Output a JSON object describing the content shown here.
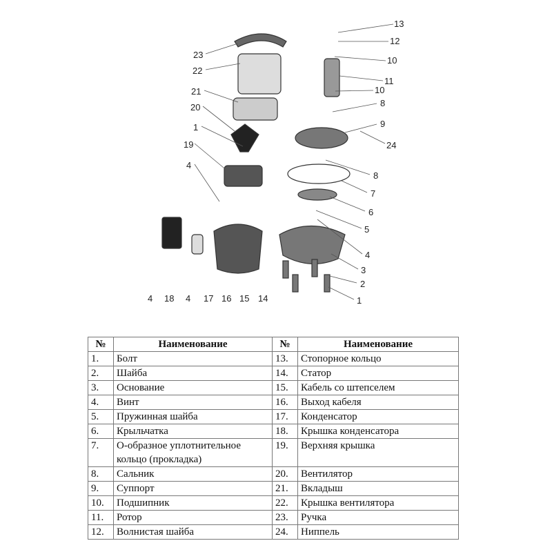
{
  "diagram": {
    "callouts": [
      "23",
      "22",
      "21",
      "20",
      "1",
      "19",
      "4",
      "13",
      "12",
      "10",
      "11",
      "10",
      "8",
      "9",
      "24",
      "8",
      "7",
      "6",
      "5",
      "4",
      "3",
      "2",
      "1",
      "4",
      "18",
      "4",
      "17",
      "16",
      "15",
      "14"
    ]
  },
  "table": {
    "headers": {
      "num": "№",
      "name": "Наименование"
    },
    "rows": [
      [
        {
          "n": "1.",
          "t": "Болт"
        },
        {
          "n": "13.",
          "t": "Стопорное кольцо"
        }
      ],
      [
        {
          "n": "2.",
          "t": "Шайба"
        },
        {
          "n": "14.",
          "t": "Статор"
        }
      ],
      [
        {
          "n": "3.",
          "t": "Основание"
        },
        {
          "n": "15.",
          "t": "Кабель со штепселем"
        }
      ],
      [
        {
          "n": "4.",
          "t": "Винт"
        },
        {
          "n": "16.",
          "t": "Выход кабеля"
        }
      ],
      [
        {
          "n": "5.",
          "t": "Пружинная шайба"
        },
        {
          "n": "17.",
          "t": "Конденсатор"
        }
      ],
      [
        {
          "n": "6.",
          "t": "Крыльчатка"
        },
        {
          "n": "18.",
          "t": "Крышка конденсатора"
        }
      ],
      [
        {
          "n": "7.",
          "t": "О-образное уплотнительное кольцо (прокладка)"
        },
        {
          "n": "19.",
          "t": "Верхняя крышка"
        }
      ],
      [
        {
          "n": "8.",
          "t": "Сальник"
        },
        {
          "n": "20.",
          "t": "Вентилятор"
        }
      ],
      [
        {
          "n": "9.",
          "t": "Суппорт"
        },
        {
          "n": "21.",
          "t": "Вкладыш"
        }
      ],
      [
        {
          "n": "10.",
          "t": "Подшипник"
        },
        {
          "n": "22.",
          "t": "Крышка вентилятора"
        }
      ],
      [
        {
          "n": "11.",
          "t": "Ротор"
        },
        {
          "n": "23.",
          "t": "Ручка"
        }
      ],
      [
        {
          "n": "12.",
          "t": "Волнистая шайба"
        },
        {
          "n": "24.",
          "t": "Ниппель"
        }
      ]
    ]
  }
}
